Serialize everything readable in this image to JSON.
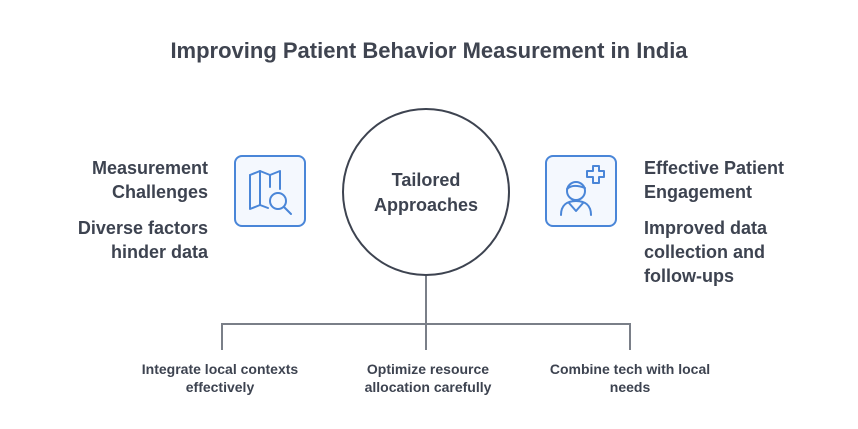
{
  "title": "Improving Patient Behavior Measurement in India",
  "center": {
    "label_line1": "Tailored",
    "label_line2": "Approaches"
  },
  "left_block": {
    "heading_line1": "Measurement",
    "heading_line2": "Challenges",
    "desc_line1": "Diverse factors",
    "desc_line2": "hinder data",
    "icon": "map-search-icon"
  },
  "right_block": {
    "heading_line1": "Effective Patient",
    "heading_line2": "Engagement",
    "desc_line1": "Improved data",
    "desc_line2": "collection and",
    "desc_line3": "follow-ups",
    "icon": "person-plus-icon"
  },
  "branches": [
    {
      "line1": "Integrate local contexts",
      "line2": "effectively"
    },
    {
      "line1": "Optimize resource",
      "line2": "allocation carefully"
    },
    {
      "line1": "Combine tech with local",
      "line2": "needs"
    }
  ],
  "colors": {
    "accent": "#4a86d8",
    "text": "#3d4350",
    "connector": "#7a7f88"
  }
}
